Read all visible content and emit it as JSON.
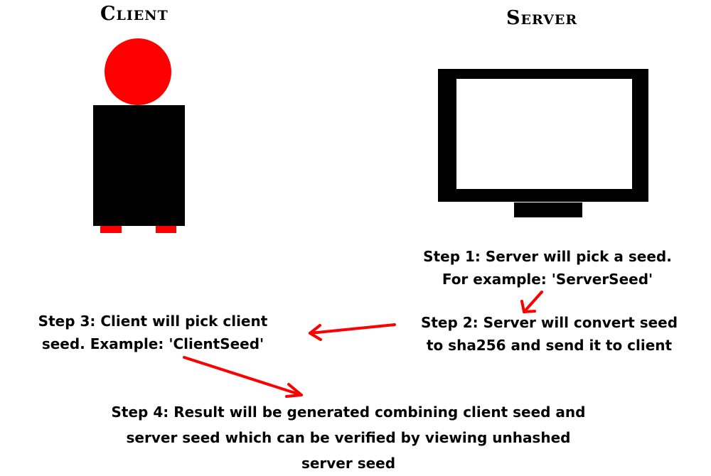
{
  "client": {
    "title": "Client",
    "head_color": "#ff0000",
    "body_color": "#000000",
    "feet_color": "#ff0000"
  },
  "server": {
    "title": "Server",
    "monitor_frame_color": "#000000",
    "monitor_screen_color": "#ffffff"
  },
  "arrow_color": "#ff0000",
  "steps": [
    {
      "lines": [
        "Step 1: Server will pick a seed.",
        "For example: 'ServerSeed'"
      ]
    },
    {
      "lines": [
        "Step 2: Server will convert seed",
        "to sha256 and send it to client"
      ]
    },
    {
      "lines": [
        "Step 3: Client will pick client",
        "seed. Example: 'ClientSeed'"
      ]
    },
    {
      "lines": [
        "Step 4: Result will be generated combining client seed and",
        "server seed which can be verified by viewing unhashed",
        "server seed"
      ]
    }
  ]
}
